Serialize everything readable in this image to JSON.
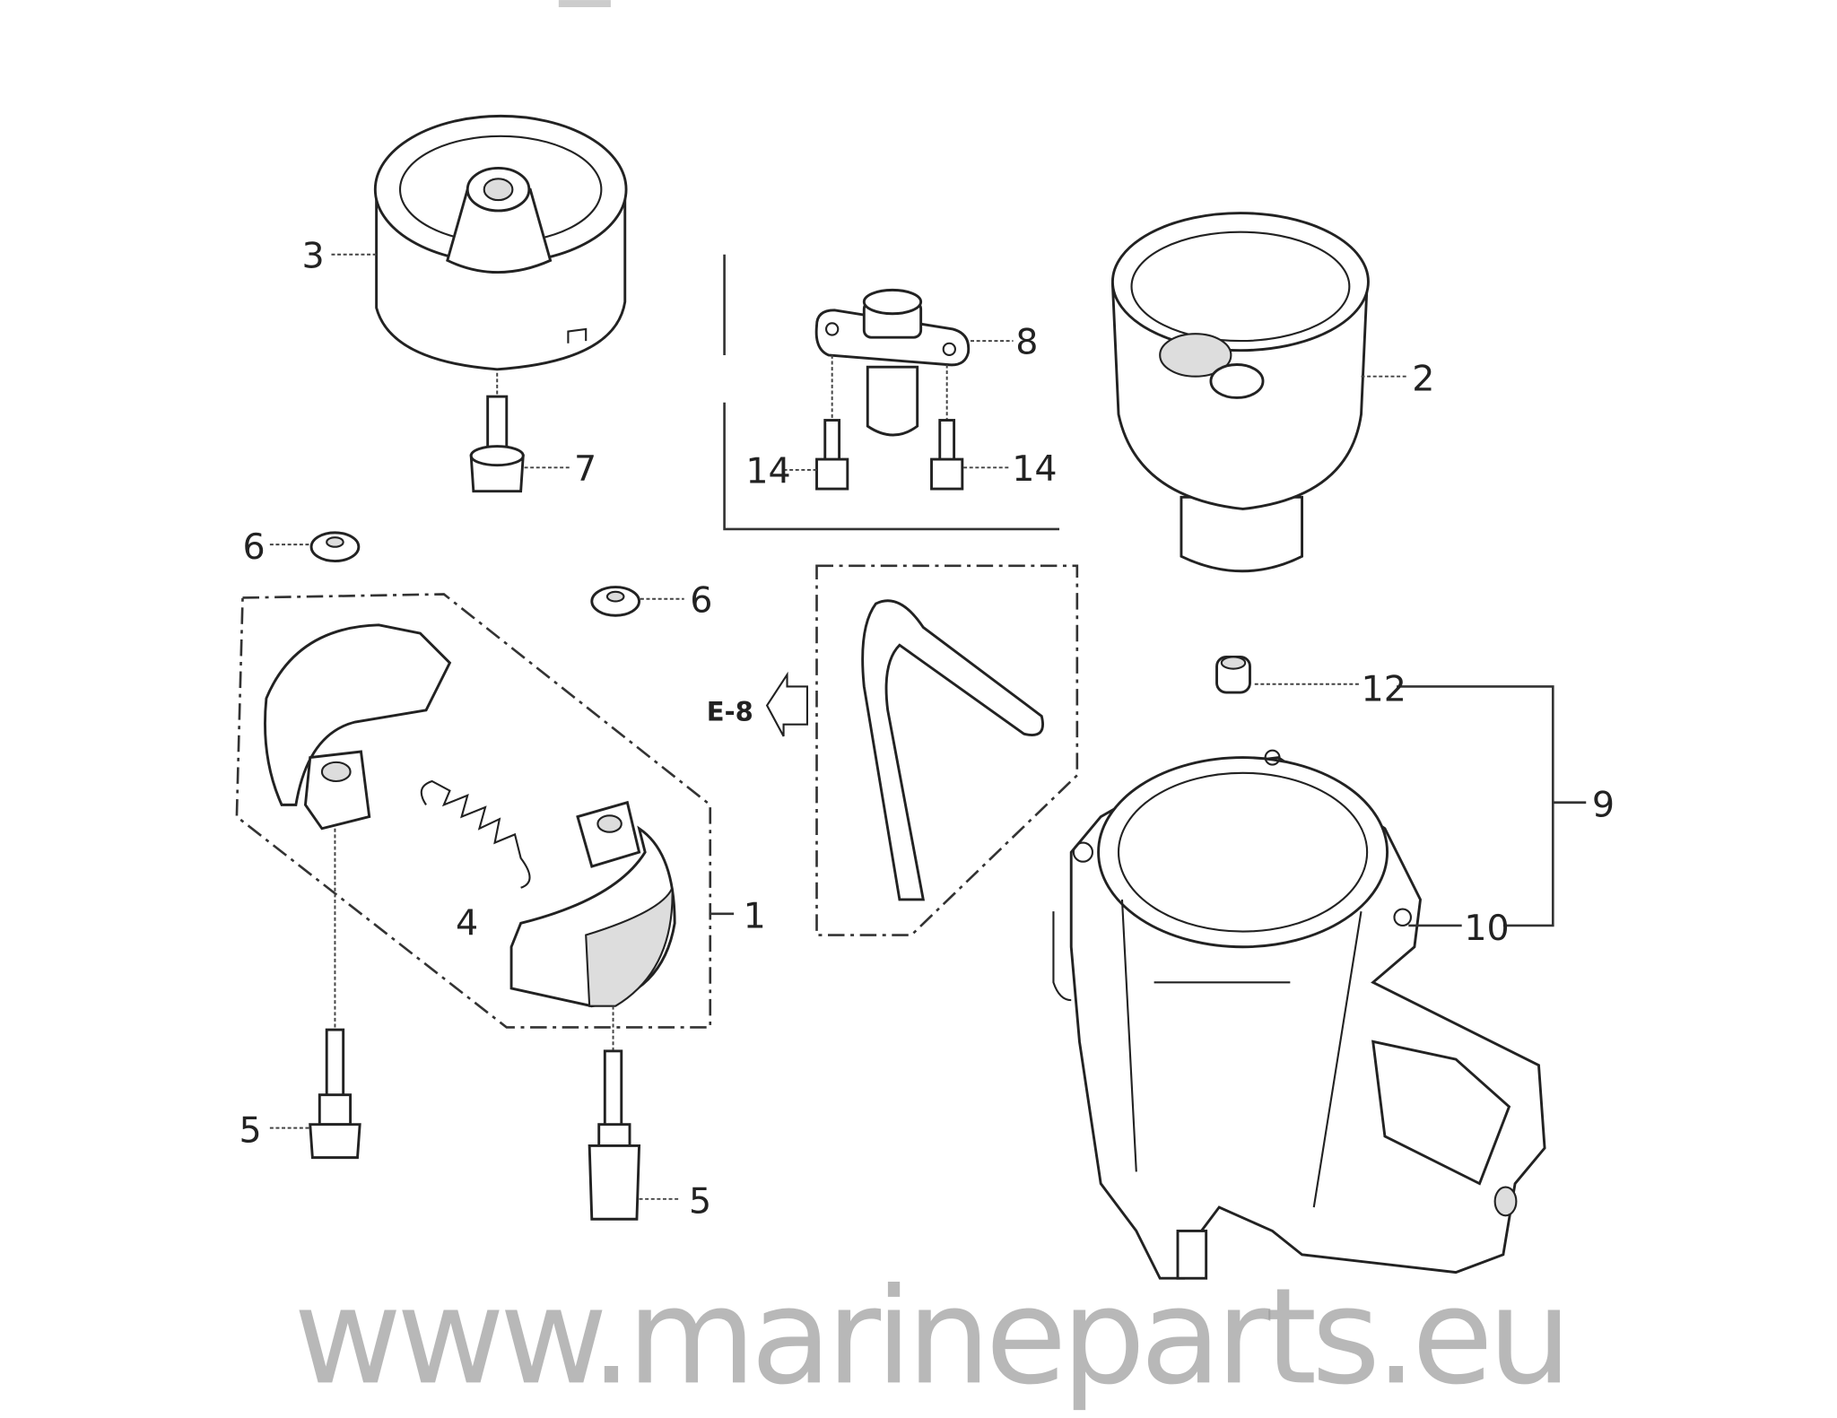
{
  "watermark": "www.marineparts.eu",
  "reference": "E-8",
  "callouts": {
    "c1": "1",
    "c2": "2",
    "c3": "3",
    "c4": "4",
    "c5a": "5",
    "c5b": "5",
    "c6a": "6",
    "c6b": "6",
    "c7": "7",
    "c8": "8",
    "c9": "9",
    "c10": "10",
    "c12": "12",
    "c14a": "14",
    "c14b": "14"
  }
}
